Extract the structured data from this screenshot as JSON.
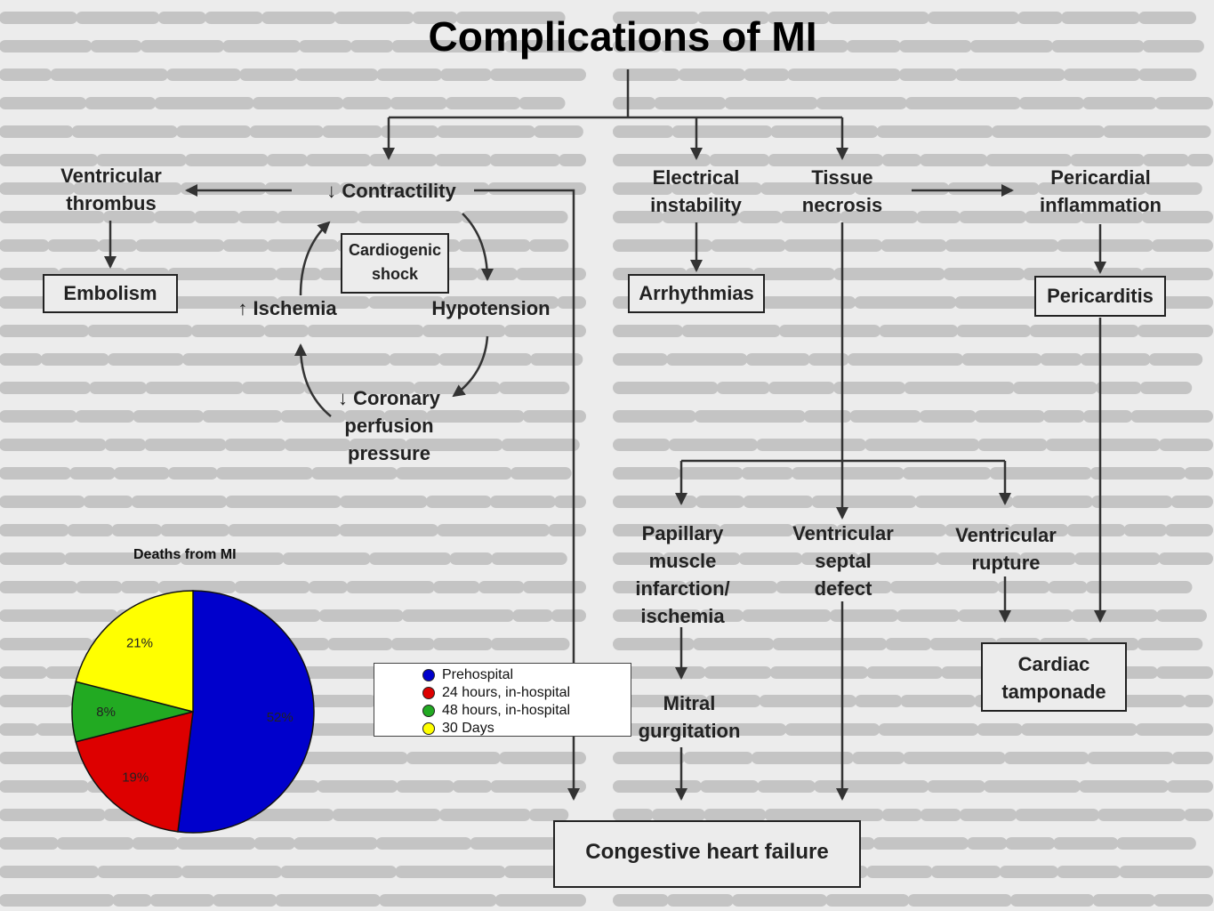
{
  "title": "Complications of MI",
  "nodes": {
    "ventricular_thrombus": "Ventricular\nthrombus",
    "embolism": "Embolism",
    "contractility": "↓ Contractility",
    "cardiogenic_shock": "Cardiogenic\nshock",
    "ischemia": "↑ Ischemia",
    "hypotension": "Hypotension",
    "coronary_perfusion": "↓ Coronary\nperfusion\npressure",
    "electrical_instability": "Electrical\ninstability",
    "arrhythmias": "Arrhythmias",
    "tissue_necrosis": "Tissue\nnecrosis",
    "pericardial_inflammation": "Pericardial\ninflammation",
    "pericarditis": "Pericarditis",
    "papillary_muscle": "Papillary\nmuscle\ninfarction/\nischemia",
    "mitral_regurgitation": "Mitral\ngurgitation",
    "ventricular_septal_defect": "Ventricular\nseptal\ndefect",
    "ventricular_rupture": "Ventricular\nrupture",
    "cardiac_tamponade": "Cardiac\ntamponade",
    "chf": "Congestive heart failure"
  },
  "chart_data": {
    "type": "pie",
    "title": "Deaths from MI",
    "labels": [
      "Prehospital",
      "24 hours, in-hospital",
      "48 hours, in-hospital",
      "30 Days"
    ],
    "values": [
      52,
      19,
      8,
      21
    ],
    "value_labels": [
      "52%",
      "19%",
      "8%",
      "21%"
    ],
    "colors": [
      "#0000cc",
      "#dd0000",
      "#22aa22",
      "#ffff00"
    ],
    "legend_position": "right"
  }
}
